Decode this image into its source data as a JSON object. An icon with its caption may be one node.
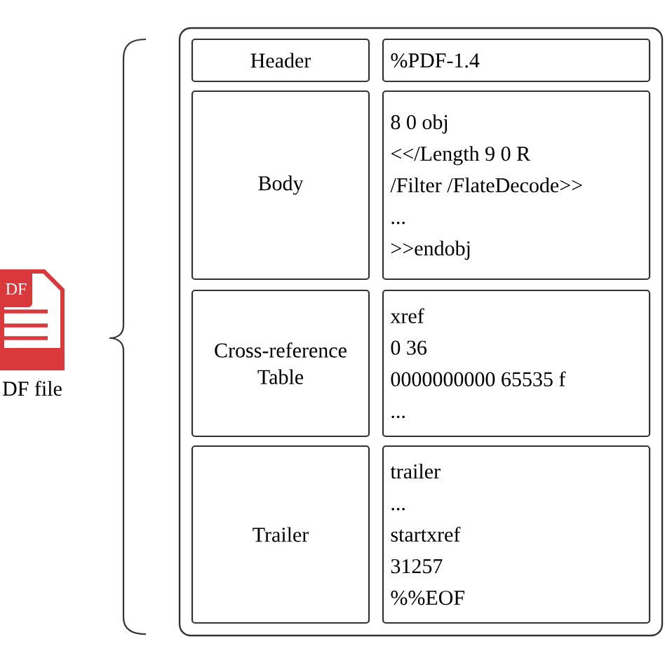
{
  "diagram": {
    "nodes": [
      {
        "text": [
          "DF"
        ],
        "beside": [
          "DF file"
        ]
      },
      {
        "text": [],
        "shape": "box"
      },
      {
        "text": [
          "Header"
        ],
        "in": 1
      },
      {
        "text": [
          "%PDF-1.4"
        ],
        "in": 1
      },
      {
        "text": [
          "Body"
        ],
        "in": 1
      },
      {
        "text": [
          "8 0 obj",
          "<</Length 9 0 R",
          "/Filter /FlateDecode>>",
          "...",
          ">>endobj"
        ],
        "in": 1
      },
      {
        "text": [
          "Cross-reference Table"
        ],
        "in": 1
      },
      {
        "text": [
          "xref",
          "0 36",
          "0000000000 65535 f",
          "..."
        ],
        "in": 1
      },
      {
        "text": [
          "Trailer"
        ],
        "in": 1
      },
      {
        "text": [
          "trailer",
          "...",
          "startxref",
          "31257",
          "%%EOF"
        ],
        "in": 1
      }
    ]
  }
}
